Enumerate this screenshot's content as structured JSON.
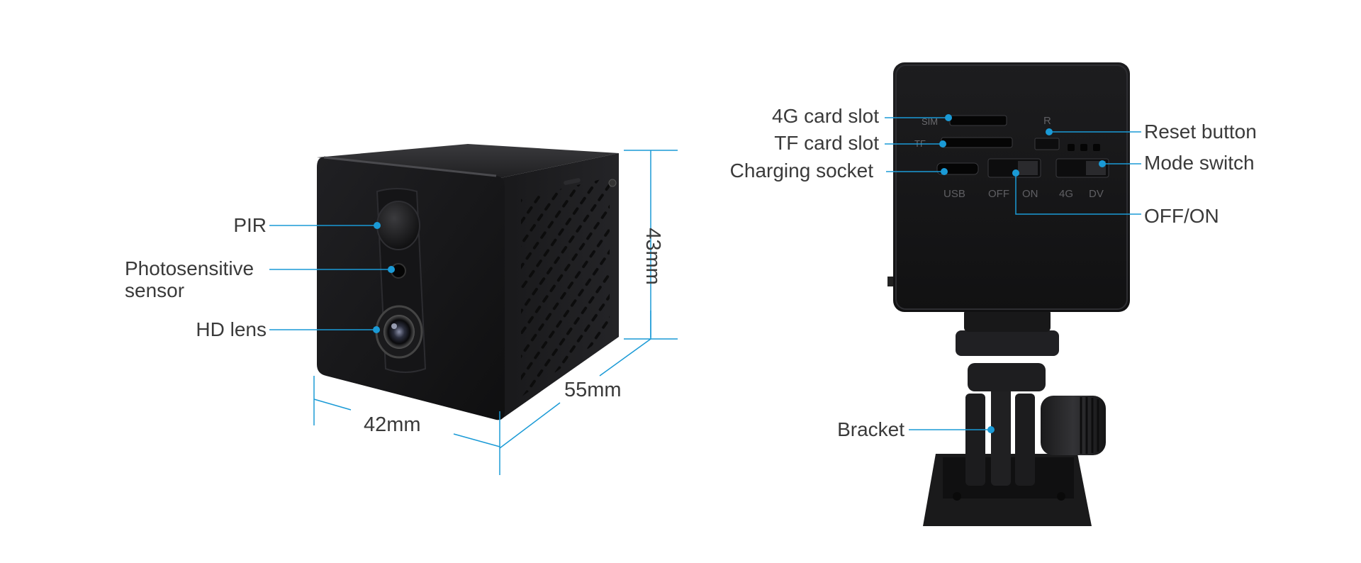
{
  "front_labels": {
    "pir": "PIR",
    "photosensor_line1": "Photosensitive",
    "photosensor_line2": "sensor",
    "hd_lens": "HD lens"
  },
  "dimensions": {
    "height": "43mm",
    "depth": "55mm",
    "width": "42mm"
  },
  "back_labels": {
    "sim_slot": "4G card slot",
    "tf_slot": "TF card slot",
    "charging": "Charging socket",
    "reset": "Reset button",
    "mode": "Mode switch",
    "power": "OFF/ON",
    "bracket": "Bracket"
  },
  "panel_markings": {
    "sim": "SIM",
    "tf": "TF",
    "usb": "USB",
    "off": "OFF",
    "on": "ON",
    "r": "R",
    "g4": "4G",
    "dv": "DV"
  },
  "colors": {
    "accent": "#1a9ad6",
    "body_dark": "#1b1b1d",
    "label_text": "#3a3a3a"
  }
}
